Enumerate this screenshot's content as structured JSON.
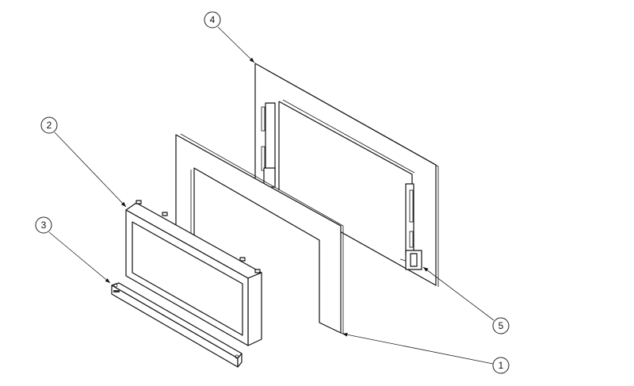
{
  "drawing": {
    "type": "exploded-assembly-view",
    "balloons": [
      {
        "id": "b1",
        "label": "1",
        "part": "frame"
      },
      {
        "id": "b2",
        "label": "2",
        "part": "display-module"
      },
      {
        "id": "b3",
        "label": "3",
        "part": "bottom-trim-bar"
      },
      {
        "id": "b4",
        "label": "4",
        "part": "back-panel"
      },
      {
        "id": "b5",
        "label": "5",
        "part": "bracket-clip"
      }
    ]
  }
}
